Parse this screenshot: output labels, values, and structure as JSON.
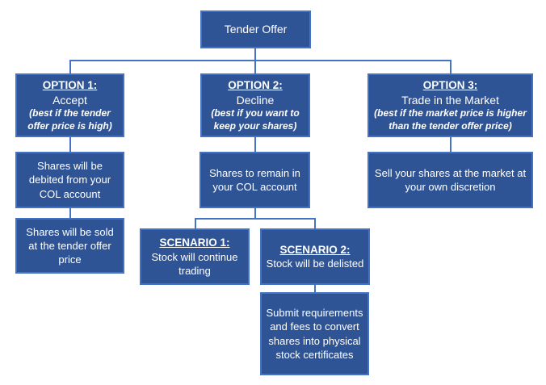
{
  "title": "Tender Offer",
  "colors": {
    "box_fill": "#2F5496",
    "box_border": "#4472C4",
    "connector_line": "#4472C4",
    "box_text": "#FFFFFF",
    "page_background": "#FFFFFF"
  },
  "options": [
    {
      "title": "OPTION 1:",
      "name": "Accept",
      "note": "(best if the tender offer price is high)",
      "steps": [
        "Shares will be debited from your COL account",
        "Shares will be sold at the tender offer price"
      ]
    },
    {
      "title": "OPTION 2:",
      "name": "Decline",
      "note": "(best if you want to keep your shares)",
      "steps": [
        "Shares to remain in your COL account"
      ],
      "scenarios": [
        {
          "title": "SCENARIO 1:",
          "text": "Stock will continue trading"
        },
        {
          "title": "SCENARIO 2:",
          "text": "Stock will be delisted",
          "followup": "Submit requirements and fees to convert shares into physical stock certificates"
        }
      ]
    },
    {
      "title": "OPTION 3:",
      "name": "Trade in the Market",
      "note": "(best if the market price is higher than the tender offer price)",
      "steps": [
        "Sell your shares at the market at your own discretion"
      ]
    }
  ]
}
